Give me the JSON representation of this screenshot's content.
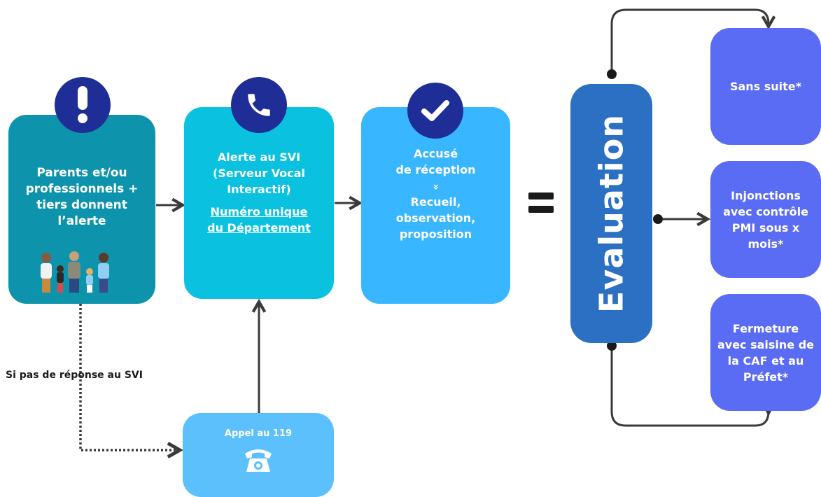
{
  "boxes": {
    "alerte": [
      "Parents et/ou",
      "professionnels +",
      "tiers donnent",
      "l’alerte"
    ],
    "svi": [
      "Alerte au SVI",
      "(Serveur Vocal",
      "Interactif)"
    ],
    "svi_link": [
      "Numéro unique",
      "du Département"
    ],
    "accuse_top": [
      "Accusé",
      "de réception"
    ],
    "accuse_chevron": "»",
    "accuse_bottom": [
      "Recueil,",
      "observation,",
      "proposition"
    ],
    "appel": "Appel au 119",
    "evaluation": "Evaluation",
    "outcome1": "Sans suite*",
    "outcome2": [
      "Injonctions",
      "avec contrôle",
      "PMI sous x",
      "mois*"
    ],
    "outcome3": [
      "Fermeture",
      "avec saisine de",
      "la CAF et au",
      "Préfet*"
    ]
  },
  "labels": {
    "no_response": "Si pas de réponse au SVI"
  },
  "icons": {
    "alerte": "exclamation-icon",
    "svi": "phone-icon",
    "accuse": "check-icon",
    "appel": "telephone-icon",
    "family": "family-icon"
  },
  "colors": {
    "alerte": "#0e93ac",
    "svi": "#0ac2e0",
    "accuse": "#38b6ff",
    "appel": "#5cc0fc",
    "evaluation": "#2c70c4",
    "outcomes": "#5a6cf4",
    "badge": "#1e2e96",
    "connector": "#3a3a3a"
  }
}
